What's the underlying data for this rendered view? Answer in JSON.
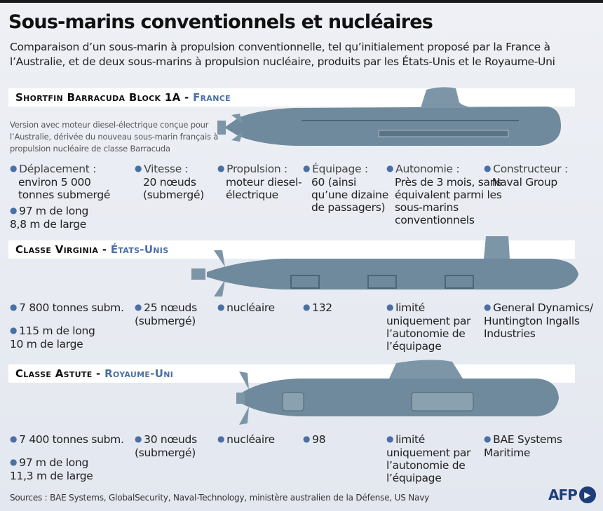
{
  "title": "Sous-marins conventionnels et nucléaires",
  "subtitle": "Comparaison d’un sous-marin à propulsion conventionnelle, tel qu’initialement proposé par la France à l’Australie, et de deux sous-marins à propulsion nucléaire, produits par les États-Unis et le Royaume-Uni",
  "colors": {
    "accent": "#4a6fa5",
    "hull": "#6f8a9c"
  },
  "submarines": [
    {
      "name": "Shortfin Barracuda Block 1A",
      "sep": " - ",
      "country": "France",
      "description": "Version avec moteur diesel-électrique conçue pour l’Australie, dérivée du nouveau sous-marin français à propulsion nucléaire de classe Barracuda",
      "facts": {
        "displacement_label": "Déplacement :",
        "displacement": "environ 5 000 tonnes submergé",
        "dimensions": "97 m de long 8,8 m de large",
        "speed_label": "Vitesse :",
        "speed": "20 nœuds (submergé)",
        "propulsion_label": "Propulsion :",
        "propulsion": "moteur diesel-électrique",
        "crew_label": "Équipage :",
        "crew": "60 (ainsi qu’une dizaine de passagers)",
        "autonomy_label": "Autonomie :",
        "autonomy": "Près de 3 mois, sans équivalent parmi les sous-marins conventionnels",
        "builder_label": "Constructeur :",
        "builder": "Naval Group"
      }
    },
    {
      "name": "Classe Virginia",
      "sep": " - ",
      "country": "États-Unis",
      "facts": {
        "displacement": "7 800 tonnes subm.",
        "dimensions": "115 m de long 10 m de large",
        "speed": "25 nœuds (submergé)",
        "propulsion": "nucléaire",
        "crew": "132",
        "autonomy": "limité uniquement par l’autonomie de l’équipage",
        "builder": "General Dynamics/ Huntington Ingalls Industries"
      }
    },
    {
      "name": "Classe Astute",
      "sep": " - ",
      "country": "Royaume-Uni",
      "facts": {
        "displacement": "7 400 tonnes subm.",
        "dimensions": "97 m de long 11,3 m de large",
        "speed": "30 nœuds (submergé)",
        "propulsion": "nucléaire",
        "crew": "98",
        "autonomy": "limité uniquement par l’autonomie de l’équipage",
        "builder": "BAE Systems Maritime"
      }
    }
  ],
  "sources": "Sources : BAE Systems, GlobalSecurity, Naval-Technology, ministère australien de la Défense, US Navy",
  "logo": "AFP"
}
